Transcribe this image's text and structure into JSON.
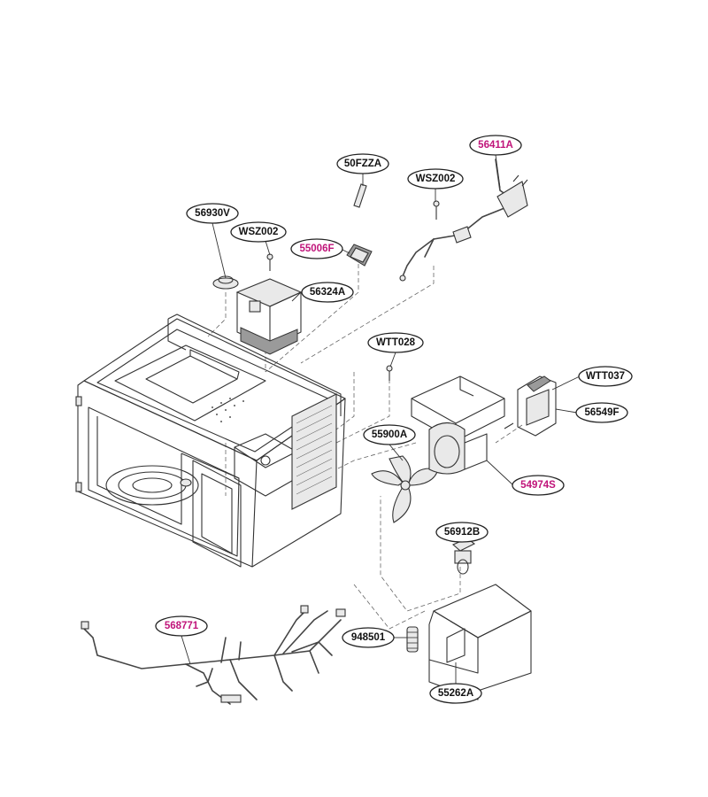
{
  "colors": {
    "normal_label": "#111111",
    "highlight_label": "#c0147a",
    "line": "#333333",
    "background": "#ffffff"
  },
  "labels": [
    {
      "key": "l56411A",
      "text": "56411A",
      "highlight": true
    },
    {
      "key": "l50FZZA",
      "text": "50FZZA",
      "highlight": false
    },
    {
      "key": "lWSZ002a",
      "text": "WSZ002",
      "highlight": false
    },
    {
      "key": "l56930V",
      "text": "56930V",
      "highlight": false
    },
    {
      "key": "lWSZ002b",
      "text": "WSZ002",
      "highlight": false
    },
    {
      "key": "l55006F",
      "text": "55006F",
      "highlight": true
    },
    {
      "key": "l56324A",
      "text": "56324A",
      "highlight": false
    },
    {
      "key": "lWTT028",
      "text": "WTT028",
      "highlight": false
    },
    {
      "key": "lWTT037",
      "text": "WTT037",
      "highlight": false
    },
    {
      "key": "l56549F",
      "text": "56549F",
      "highlight": false
    },
    {
      "key": "l55900A",
      "text": "55900A",
      "highlight": false
    },
    {
      "key": "l54974S",
      "text": "54974S",
      "highlight": true
    },
    {
      "key": "l56912B",
      "text": "56912B",
      "highlight": false
    },
    {
      "key": "l568771",
      "text": "568771",
      "highlight": true
    },
    {
      "key": "l948501",
      "text": "948501",
      "highlight": false
    },
    {
      "key": "l55262A",
      "text": "55262A",
      "highlight": false
    }
  ]
}
